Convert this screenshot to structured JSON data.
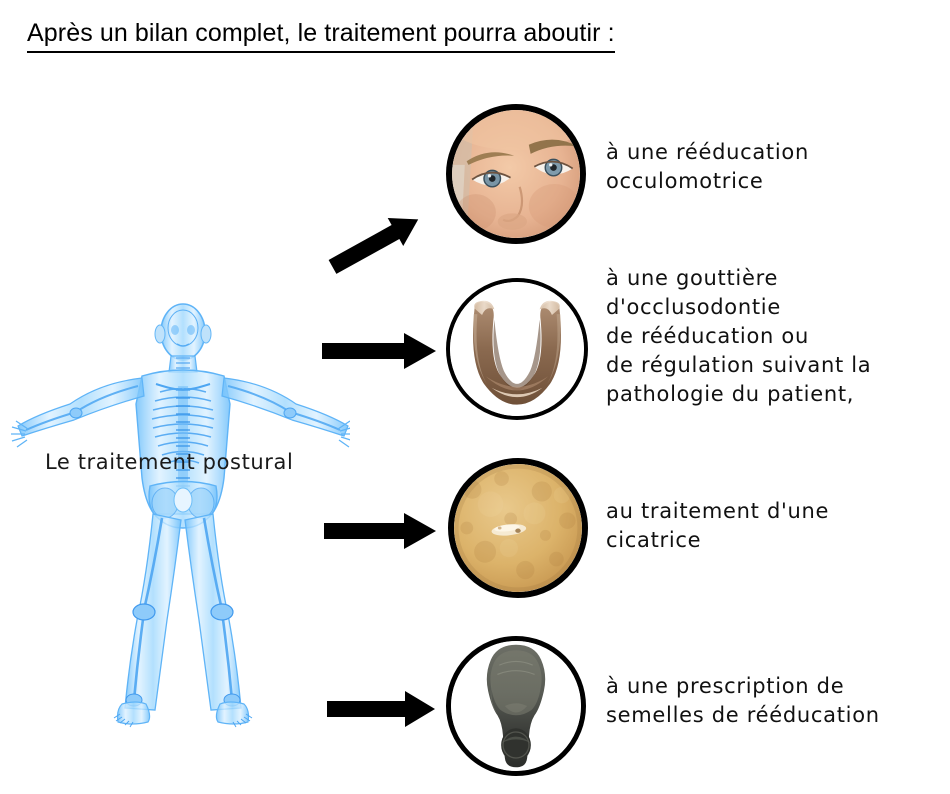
{
  "title": "Après un bilan complet, le traitement pourra aboutir :",
  "figure": {
    "label": "Le traitement postural",
    "icon": "anatomical-body-xray"
  },
  "colors": {
    "body_blue": "#4fa6f5",
    "body_blue_light": "#bfe2fb",
    "arrow_black": "#000000",
    "text_black": "#111111",
    "background": "#ffffff",
    "splint_brown": "#8a6348",
    "skin_tan": "#d9a85e",
    "insole_grey": "#4a4a48",
    "face_skin": "#e8b894"
  },
  "branches": [
    {
      "arrow": "arrow-diagonal-up-right",
      "image": "face-eyes-photo",
      "caption": "à une rééducation\nocculomotrice"
    },
    {
      "arrow": "arrow-right",
      "image": "dental-splint-photo",
      "caption": "à une gouttière\nd'occlusodontie\nde rééducation ou\nde régulation suivant la\npathologie du patient,"
    },
    {
      "arrow": "arrow-right",
      "image": "abdominal-scar-photo",
      "caption": "au traitement d'une\ncicatrice"
    },
    {
      "arrow": "arrow-right",
      "image": "orthotic-insole-photo",
      "caption": "à une prescription de\nsemelles de rééducation"
    }
  ]
}
